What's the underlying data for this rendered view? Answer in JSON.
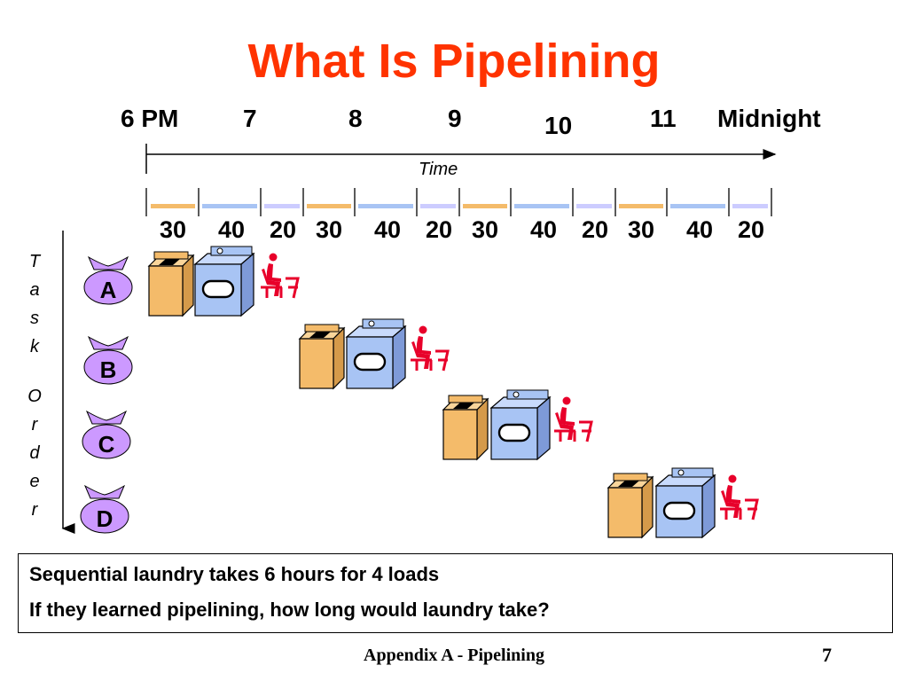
{
  "title": "What Is Pipelining",
  "timeline": {
    "hours": [
      "6 PM",
      "7",
      "8",
      "9",
      "10",
      "11",
      "Midnight"
    ],
    "axis_label": "Time",
    "durations": [
      "30",
      "40",
      "20",
      "30",
      "40",
      "20",
      "30",
      "40",
      "20",
      "30",
      "40",
      "20"
    ]
  },
  "task_axis": {
    "label": [
      "T",
      "a",
      "s",
      "k",
      "",
      "O",
      "r",
      "d",
      "e",
      "r"
    ]
  },
  "tasks": [
    "A",
    "B",
    "C",
    "D"
  ],
  "textbox": {
    "line1": "Sequential laundry takes 6 hours for 4 loads",
    "line2": "If they learned pipelining, how long would  laundry take?"
  },
  "footer": {
    "text": "Appendix A - Pipelining",
    "page": "7"
  },
  "colors": {
    "title": "#ff3300",
    "washer": "#f4bb6a",
    "dryer": "#a8c4f4",
    "folder": "#e8002a",
    "bag": "#cc99ff",
    "fold_bar": "#ccccff"
  }
}
